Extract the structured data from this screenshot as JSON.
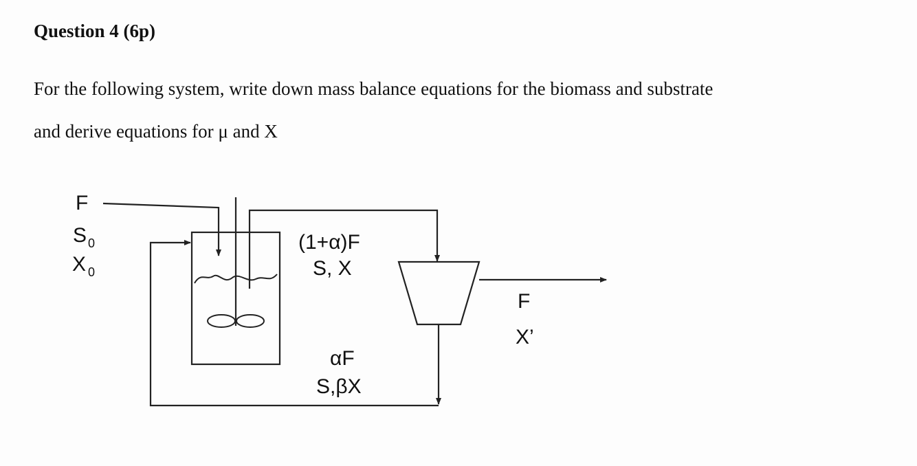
{
  "question": {
    "title": "Question 4 (6p)",
    "text_line1": "For the following system, write down mass balance equations for the biomass and substrate",
    "text_line2": "and derive equations for μ and X"
  },
  "diagram": {
    "inlet": {
      "flow": "F",
      "substrate": "S",
      "substrate_sub": "0",
      "biomass": "X",
      "biomass_sub": "0"
    },
    "reactor_outlet": {
      "flow": "(1+α)F",
      "concentrations": "S, X"
    },
    "recycle": {
      "flow": "αF",
      "concentrations": "S,βX"
    },
    "effluent": {
      "flow": "F",
      "biomass": "X’"
    }
  }
}
